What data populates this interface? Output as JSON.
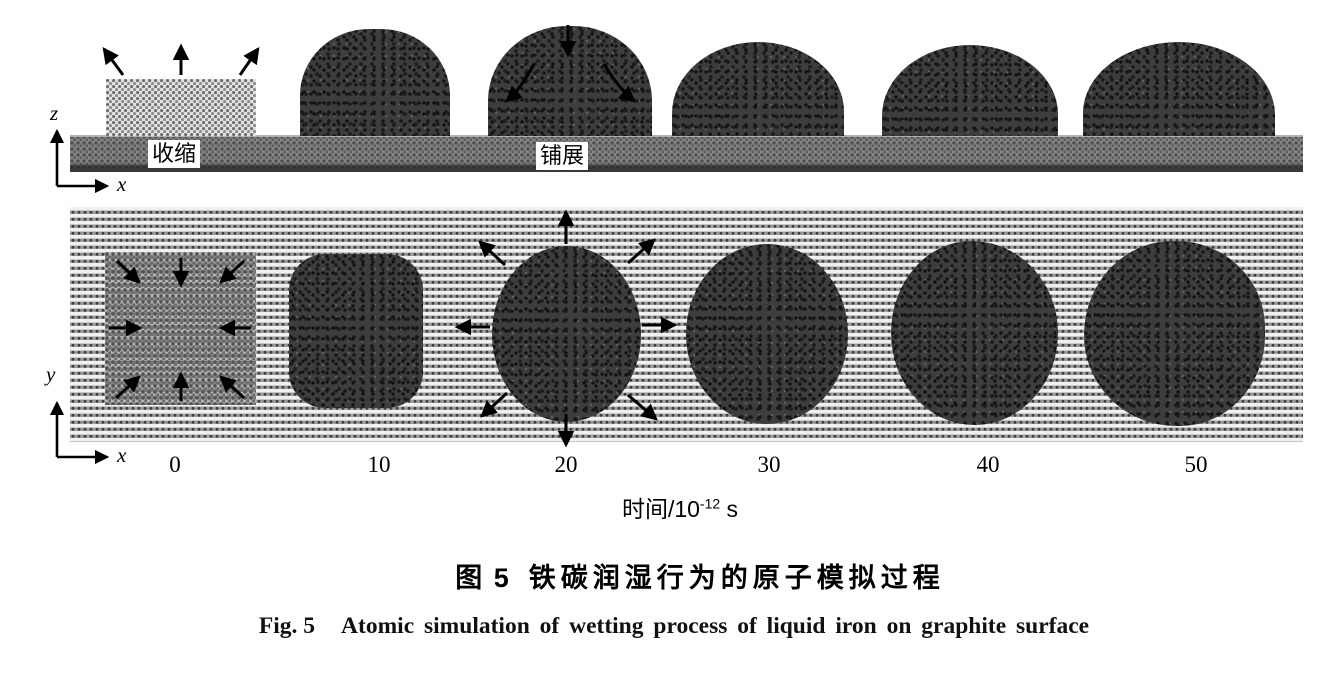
{
  "figure": {
    "side_view": {
      "axis_vertical": "z",
      "axis_horizontal": "x",
      "contraction_label": "收缩",
      "spreading_label": "铺展"
    },
    "top_view": {
      "axis_vertical": "y",
      "axis_horizontal": "x"
    },
    "timeline": {
      "ticks": [
        "0",
        "10",
        "20",
        "30",
        "40",
        "50"
      ],
      "title_prefix": "时间/10",
      "title_exponent": "-12",
      "title_unit": "s"
    },
    "caption": {
      "cn_label": "图 5",
      "cn_text": "铁碳润湿行为的原子模拟过程",
      "en_label": "Fig. 5",
      "en_text": "Atomic simulation of wetting process of liquid iron on graphite surface"
    },
    "colors": {
      "droplet": "#3d3d3d",
      "substrate": "#848484",
      "lattice_block": "#e2e2e2",
      "stripe_light": "#f0f0f0",
      "stripe_dark": "#9e9e9e",
      "arrow": "#000000",
      "background": "#ffffff"
    }
  }
}
